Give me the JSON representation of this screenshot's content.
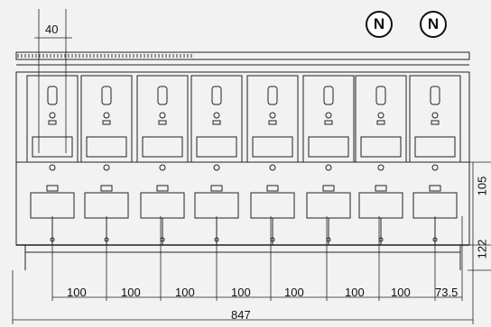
{
  "badges": {
    "left": "N",
    "right": "N"
  },
  "dims": {
    "top_width": "40",
    "spacing": [
      "100",
      "100",
      "100",
      "100",
      "100",
      "100",
      "100",
      "73.5"
    ],
    "overall": "847",
    "height_upper": "105",
    "height_lower": "122"
  },
  "colors": {
    "line": "#222222",
    "background": "#f2f2f2"
  }
}
